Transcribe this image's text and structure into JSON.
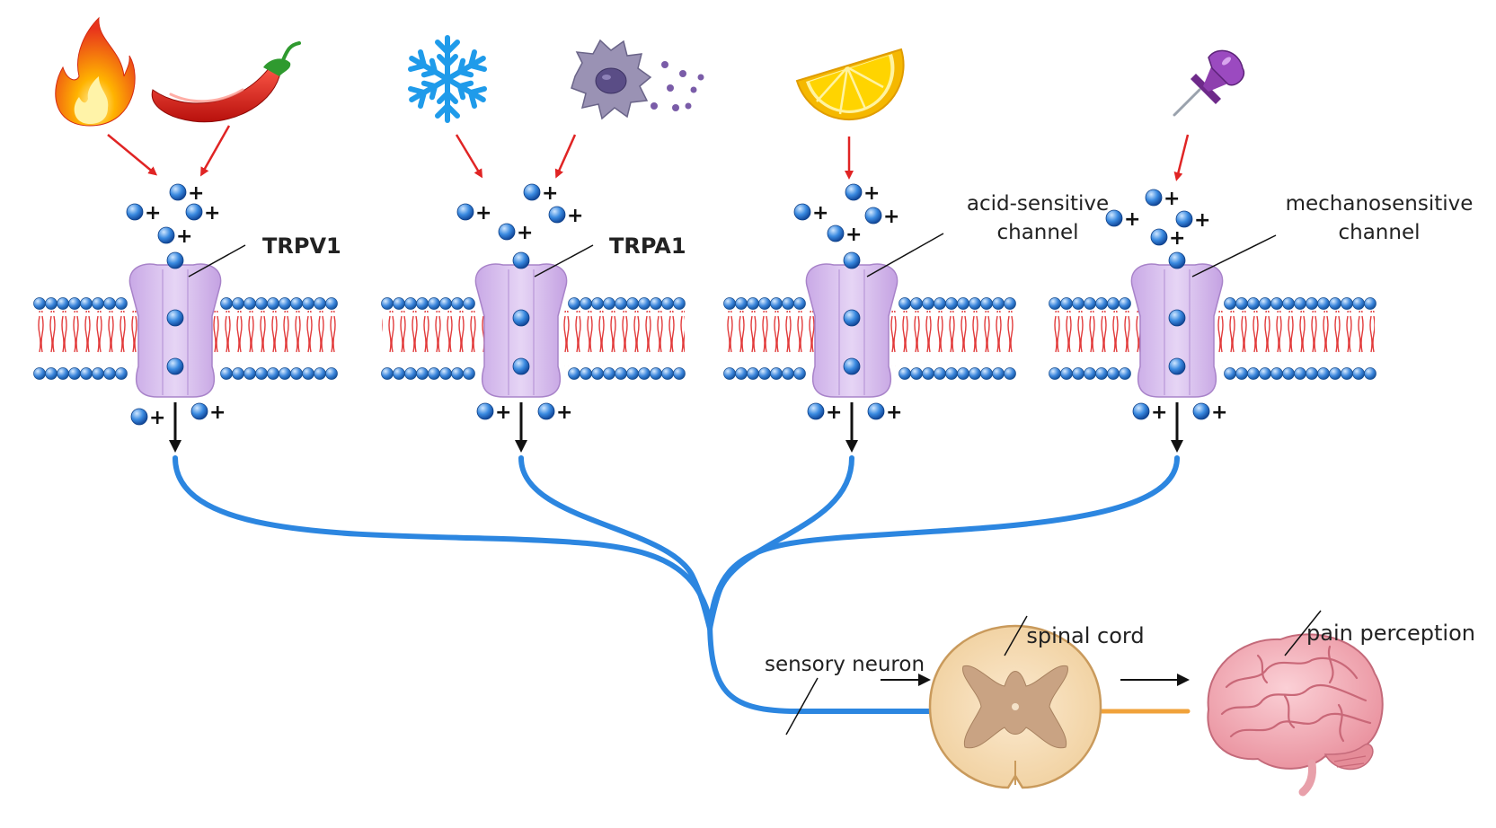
{
  "labels": {
    "trpv1": "TRPV1",
    "trpa1": "TRPA1",
    "acid_line1": "acid-sensitive",
    "acid_line2": "channel",
    "mech_line1": "mechanosensitive",
    "mech_line2": "channel",
    "sensory_neuron": "sensory neuron",
    "spinal_cord": "spinal cord",
    "pain_perception": "pain perception"
  },
  "ion_symbol": "+",
  "icons": [
    "flame-icon",
    "chili-pepper-icon",
    "snowflake-icon",
    "inflammatory-cell-icon",
    "lemon-icon",
    "pushpin-icon",
    "brain-icon"
  ],
  "colors": {
    "ion": "#2f7fd6",
    "channel": "#d9c2ee",
    "membrane_head": "#3b86dc",
    "membrane_tail": "#e23b3b",
    "stimulus_arrow": "#e02424",
    "neuron": "#2c86e0",
    "output_fiber": "#f0a23a"
  }
}
